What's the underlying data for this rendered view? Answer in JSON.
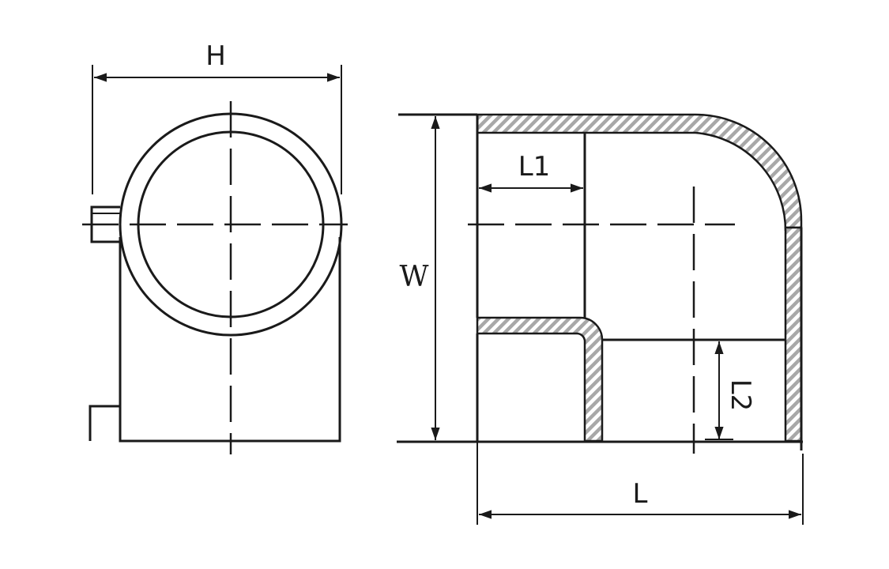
{
  "dimensions": {
    "H": "H",
    "W": "W",
    "L": "L",
    "L1": "L1",
    "L2": "L2"
  },
  "colors": {
    "line": "#1a1a1a",
    "hatch": "#a8a8a8",
    "background": "#ffffff"
  }
}
